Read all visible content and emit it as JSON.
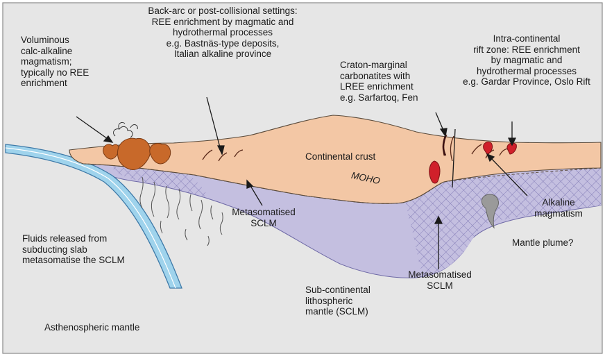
{
  "labels": {
    "voluminous": [
      "Voluminous",
      "calc-alkaline",
      "magmatism;",
      "typically no REE",
      "enrichment"
    ],
    "back_arc": [
      "Back-arc or post-collisional settings:",
      "REE enrichment by magmatic and",
      "hydrothermal processes",
      "e.g. Bastnäs-type deposits,",
      "Italian alkaline province"
    ],
    "craton_marginal": [
      "Craton-marginal",
      "carbonatites with",
      "LREE enrichment",
      "e.g. Sarfartoq, Fen"
    ],
    "intra_continental": [
      "Intra-continental",
      "rift zone: REE enrichment",
      "by magmatic and",
      "hydrothermal processes",
      "e.g. Gardar Province, Oslo Rift"
    ],
    "continental_crust": "Continental crust",
    "moho": "MOHO",
    "alkaline_magmatism": [
      "Alkaline",
      "magmatism"
    ],
    "metasomatised_sclm_left": [
      "Metasomatised",
      "SCLM"
    ],
    "fluids_released": [
      "Fluids released from",
      "subducting slab",
      "metasomatise the SCLM"
    ],
    "mantle_plume": "Mantle plume?",
    "metasomatised_sclm_right": [
      "Metasomatised",
      "SCLM"
    ],
    "sclm": [
      "Sub-continental",
      "lithospheric",
      "mantle (SCLM)"
    ],
    "asthenospheric_mantle": "Asthenospheric mantle"
  },
  "colors": {
    "crust": "#f3c7a5",
    "sclm": "#c4bfe0",
    "slab": "#9fd3ec",
    "mantle": "#e6e6e6",
    "calc_alkaline_magma": "#c8692a",
    "alkaline_magma": "#d0202a",
    "plume": "#9a9a9a"
  }
}
